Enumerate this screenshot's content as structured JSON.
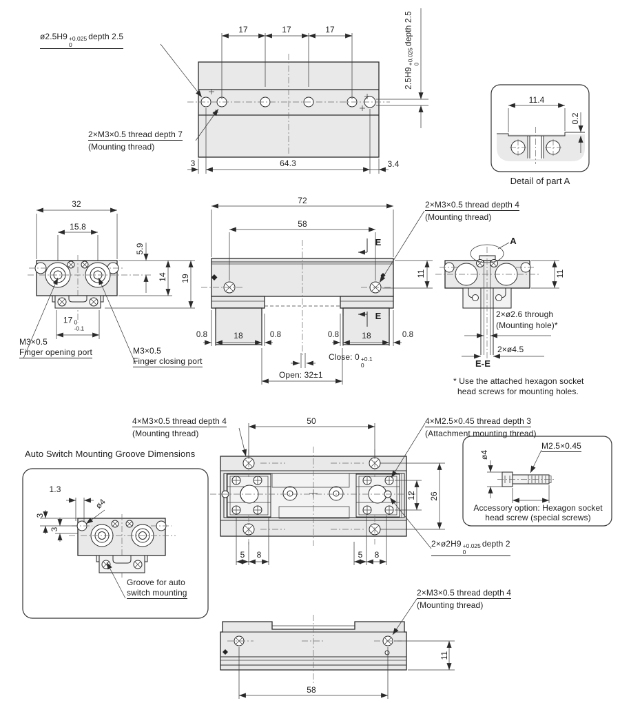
{
  "colors": {
    "body_fill": "#e9e9e9",
    "line": "#2a2a2a",
    "background": "#ffffff"
  },
  "views": {
    "top": {
      "dim_17": "17",
      "dim_3": "3",
      "dim_64_3": "64.3",
      "dim_3_4": "3.4",
      "pin_callout": {
        "main": "ø2.5H9",
        "tol_sup": "+0.025",
        "tol_inf": "0",
        "suffix": "depth 2.5"
      },
      "thread_callout": {
        "line1": "2×M3×0.5 thread depth 7",
        "line2": "(Mounting thread)"
      },
      "side_callout": {
        "main": "2.5H9",
        "tol_sup": "+0.025",
        "tol_inf": "0",
        "suffix": "depth 2.5"
      }
    },
    "detail_a": {
      "dim_11_4": "11.4",
      "dim_0_2": "0.2",
      "caption": "Detail of part A"
    },
    "front_left": {
      "dim_32": "32",
      "dim_15_8": "15.8",
      "dim_5_9": "5.9",
      "dim_14": "14",
      "dim_19": "19",
      "dim_17": {
        "main": "17",
        "tol_sup": "0",
        "tol_inf": "-0.1"
      },
      "open_port": {
        "line1": "M3×0.5",
        "line2": "Finger opening port"
      },
      "close_port": {
        "line1": "M3×0.5",
        "line2": "Finger closing port"
      }
    },
    "front_center": {
      "dim_72": "72",
      "dim_58": "58",
      "dim_11": "11",
      "dim_18": "18",
      "dim_0_8": "0.8",
      "section_e": "E",
      "close_prefix": "Close: 0",
      "close_sup": "+0.1",
      "close_inf": "0",
      "open": "Open: 32±1",
      "thread_callout": {
        "line1": "2×M3×0.5 thread depth 4",
        "line2": "(Mounting thread)"
      }
    },
    "section_ee": {
      "label_a": "A",
      "dim_11": "11",
      "hole_callout": {
        "line1": "2×ø2.6 through",
        "line2": "(Mounting hole)*"
      },
      "cbore": "2×ø4.5",
      "caption": "E-E",
      "note_line1": "* Use the attached hexagon socket",
      "note_line2": "head screws for mounting holes."
    },
    "auto_switch": {
      "title": "Auto Switch Mounting Groove Dimensions",
      "dim_1_3": "1.3",
      "dim_dia4": "ø4",
      "dim_3": "3",
      "groove": {
        "line1": "Groove for auto",
        "line2": "switch mounting"
      }
    },
    "plan": {
      "dim_50": "50",
      "dim_5": "5",
      "dim_8": "8",
      "dim_12": "12",
      "dim_26": "26",
      "thread_callout": {
        "line1": "4×M3×0.5 thread depth 4",
        "line2": "(Mounting thread)"
      },
      "attach_callout": {
        "line1": "4×M2.5×0.45 thread depth 3",
        "line2": "(Attachment mounting thread)"
      },
      "pin_callout": {
        "main": "2×ø2H9",
        "tol_sup": "+0.025",
        "tol_inf": "0",
        "suffix": "depth 2"
      }
    },
    "accessory": {
      "dia": "ø4",
      "thread": "M2.5×0.45",
      "caption_line1": "Accessory option: Hexagon socket",
      "caption_line2": "head screw (special screws)"
    },
    "bottom": {
      "dim_58": "58",
      "dim_11": "11",
      "thread_callout": {
        "line1": "2×M3×0.5 thread depth 4",
        "line2": "(Mounting thread)"
      }
    }
  }
}
